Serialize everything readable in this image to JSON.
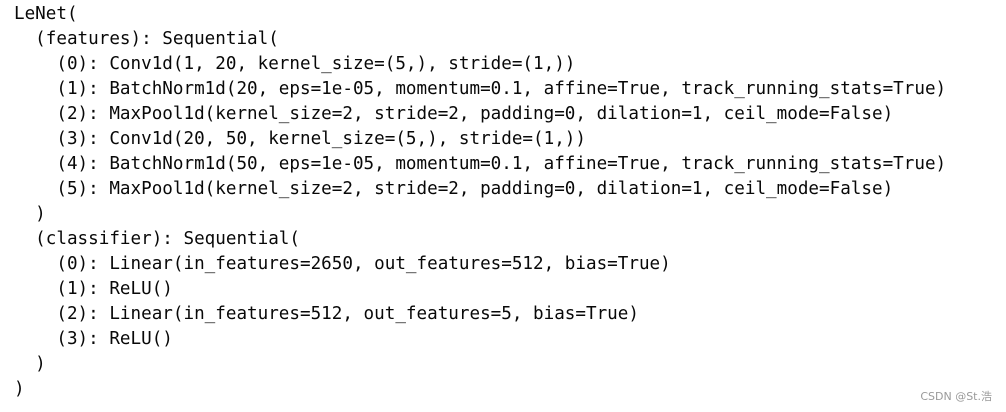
{
  "output": {
    "lines": [
      "LeNet(",
      "  (features): Sequential(",
      "    (0): Conv1d(1, 20, kernel_size=(5,), stride=(1,))",
      "    (1): BatchNorm1d(20, eps=1e-05, momentum=0.1, affine=True, track_running_stats=True)",
      "    (2): MaxPool1d(kernel_size=2, stride=2, padding=0, dilation=1, ceil_mode=False)",
      "    (3): Conv1d(20, 50, kernel_size=(5,), stride=(1,))",
      "    (4): BatchNorm1d(50, eps=1e-05, momentum=0.1, affine=True, track_running_stats=True)",
      "    (5): MaxPool1d(kernel_size=2, stride=2, padding=0, dilation=1, ceil_mode=False)",
      "  )",
      "  (classifier): Sequential(",
      "    (0): Linear(in_features=2650, out_features=512, bias=True)",
      "    (1): ReLU()",
      "    (2): Linear(in_features=512, out_features=5, bias=True)",
      "    (3): ReLU()",
      "  )",
      ")"
    ]
  },
  "watermark": {
    "text": "CSDN @St.浩"
  }
}
